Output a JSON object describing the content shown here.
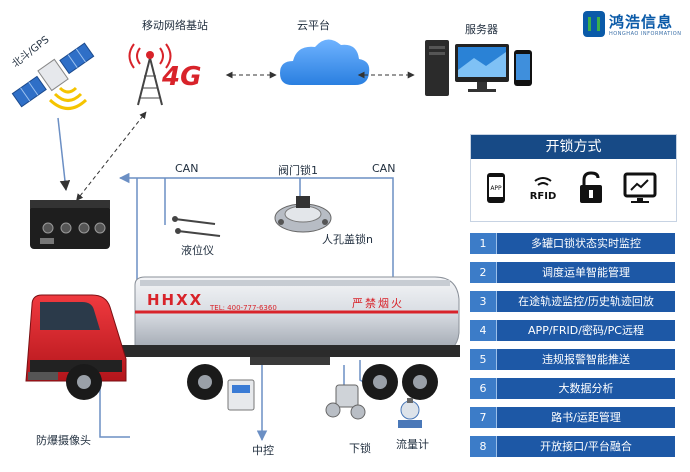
{
  "labels": {
    "beidou_gps": "北斗/GPS",
    "mobile_station": "移动网络基站",
    "network_4g": "4G",
    "cloud": "云平台",
    "server": "服务器",
    "can_left": "CAN",
    "can_right": "CAN",
    "valve_lock": "阀门锁1",
    "level_gauge": "液位仪",
    "manhole_lock": "人孔盖锁n",
    "camera": "防爆摄像头",
    "central_control": "中控",
    "bottom_lock": "下锁",
    "flowmeter": "流量计"
  },
  "truck": {
    "brand": "HHXX",
    "phone": "TEL: 400-777-6360",
    "warning": "严禁烟火"
  },
  "logo": {
    "name": "鸿浩信息",
    "sub": "HONGHAO INFORMATION"
  },
  "unlock": {
    "title": "开锁方式",
    "icons": [
      {
        "icon": "phone-app-icon",
        "label": "APP"
      },
      {
        "icon": "rfid-icon",
        "label": "RFID"
      },
      {
        "icon": "padlock-icon",
        "label": ""
      },
      {
        "icon": "pc-monitor-icon",
        "label": ""
      }
    ]
  },
  "features": [
    {
      "num": "1",
      "text": "多罐口锁状态实时监控"
    },
    {
      "num": "2",
      "text": "调度运单智能管理"
    },
    {
      "num": "3",
      "text": "在途轨迹监控/历史轨迹回放"
    },
    {
      "num": "4",
      "text": "APP/FRID/密码/PC远程"
    },
    {
      "num": "5",
      "text": "违规报警智能推送"
    },
    {
      "num": "6",
      "text": "大数据分析"
    },
    {
      "num": "7",
      "text": "路书/运距管理"
    },
    {
      "num": "8",
      "text": "开放接口/平台融合"
    }
  ],
  "colors": {
    "accent_blue": "#1d58a6",
    "truck_red": "#d8232a",
    "line_blue": "#6b8fc4"
  }
}
